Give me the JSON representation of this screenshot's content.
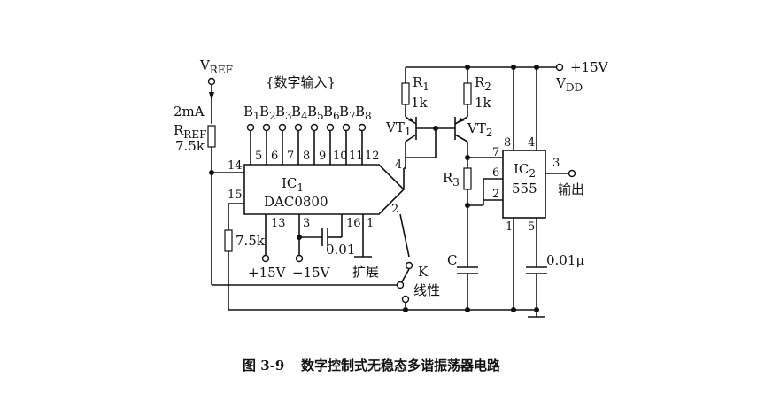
{
  "caption": {
    "figure_number": "图 3-9",
    "title": "数字控制式无稳态多谐振荡器电路"
  },
  "labels": {
    "vref": "V",
    "vref_sub": "REF",
    "digital_input": "{数字输入}",
    "current": "2mA",
    "rref": "R",
    "rref_sub": "REF",
    "rref_value": "7.5k",
    "bits": [
      "B",
      "B",
      "B",
      "B",
      "B",
      "B",
      "B",
      "B"
    ],
    "bit_subs": [
      "1",
      "2",
      "3",
      "4",
      "5",
      "6",
      "7",
      "8"
    ],
    "bit_pins": [
      "5",
      "6",
      "7",
      "8",
      "9",
      "10",
      "11",
      "12"
    ],
    "ic1": "IC",
    "ic1_sub": "1",
    "ic1_part": "DAC0800",
    "ic1_pin14": "14",
    "ic1_pin15": "15",
    "ic1_pin13": "13",
    "ic1_pin3": "3",
    "ic1_pin16": "16",
    "ic1_pin1": "1",
    "ic1_pin4": "4",
    "ic1_pin2": "2",
    "r_bottom": "7.5k",
    "cap_small": "0.01",
    "plus15": "+15V",
    "minus15": "−15V",
    "expand": "扩展",
    "switch_k": "K",
    "linear": "线性",
    "r1": "R",
    "r1_sub": "1",
    "r1_value": "1k",
    "r2": "R",
    "r2_sub": "2",
    "r2_value": "1k",
    "vt1": "VT",
    "vt1_sub": "1",
    "vt2": "VT",
    "vt2_sub": "2",
    "r3": "R",
    "r3_sub": "3",
    "cap_c": "C",
    "ic2": "IC",
    "ic2_sub": "2",
    "ic2_part": "555",
    "ic2_pin8": "8",
    "ic2_pin4": "4",
    "ic2_pin7": "7",
    "ic2_pin6": "6",
    "ic2_pin2": "2",
    "ic2_pin3": "3",
    "ic2_pin1": "1",
    "ic2_pin5": "5",
    "output": "输出",
    "supply": "+15V",
    "vdd": "V",
    "vdd_sub": "DD",
    "cap_right": "0.01μ"
  }
}
